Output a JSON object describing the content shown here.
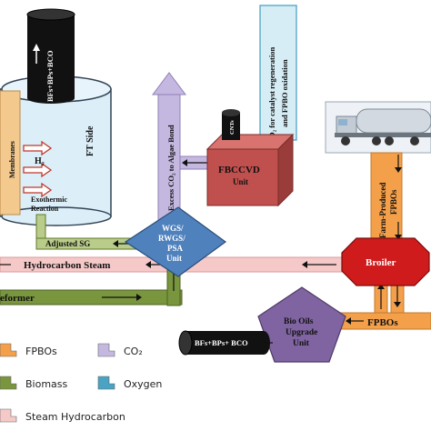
{
  "reactor": {
    "membranes": "Membranes",
    "h2": "H₂",
    "ft_side": "FT Side",
    "exothermic": "Exothermic",
    "reaction": "Reaction"
  },
  "top_cylinder": {
    "label": "BFs+BPs+BCO"
  },
  "co2_arrow": {
    "label": "Excess CO₂ to Algae Bond"
  },
  "oxygen_tube": {
    "line1": "O₂ for catalyst regeneration",
    "line2": "and FPBO oxidation"
  },
  "fbccvd": {
    "line1": "FBCCVD",
    "line2": "Unit",
    "cnts": "CNTs"
  },
  "wgs": {
    "line1": "WGS/",
    "line2": "RWGS/",
    "line3": "PSA",
    "line4": "Unit"
  },
  "adjusted_sg": "Adjusted SG",
  "hydrocarbon_steam": "Hydrocarbon Steam",
  "reformer": "eformer",
  "boiler": "Broiler",
  "farm_fpbo": {
    "line1": "Farm-Produced",
    "line2": "FPBOs"
  },
  "bio_oils": {
    "line1": "Bio Oils",
    "line2": "Upgrade",
    "line3": "Unit"
  },
  "fpbos_label": "FPBOs",
  "bottom_cylinder": {
    "label": "BFs+BPs+ BCO"
  },
  "legend": [
    {
      "label": "FPBOs",
      "color": "#f4a04a"
    },
    {
      "label": "CO₂",
      "color": "#c5b8e0"
    },
    {
      "label": "Biomass",
      "color": "#79953d"
    },
    {
      "label": "Oxygen",
      "color": "#4aa3c2"
    },
    {
      "label": "Steam Hydrocarbon",
      "color": "#f6c9c9"
    }
  ],
  "colors": {
    "fpbo": "#f4a04a",
    "co2": "#c5b8e0",
    "biomass": "#79953d",
    "biomass_light": "#b9cc8a",
    "oxygen": "#4aa3c2",
    "steam": "#f6c9c9",
    "boiler": "#cf1b1b",
    "fbccvd": "#c0504d",
    "wgs": "#4f81bd",
    "bio_oils": "#8064a2"
  }
}
